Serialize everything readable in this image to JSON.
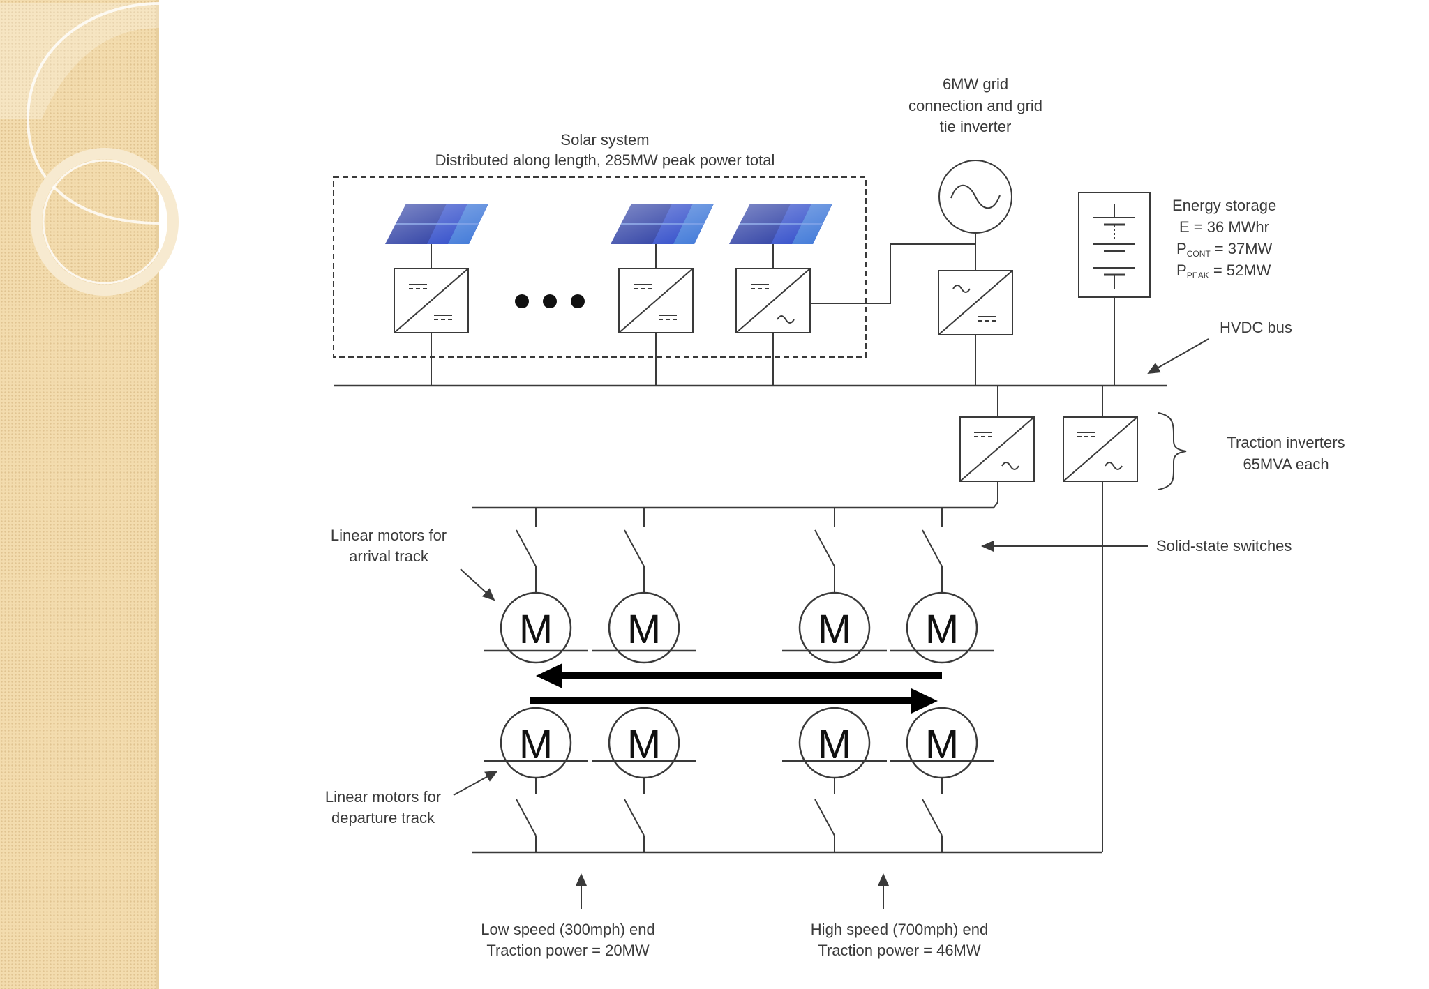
{
  "diagram": {
    "solar_title_line1": "Solar system",
    "solar_title_line2": "Distributed along length, 285MW peak power total",
    "grid_line1": "6MW grid",
    "grid_line2": "connection and grid",
    "grid_line3": "tie inverter",
    "storage_line1": "Energy storage",
    "storage_line2": "E = 36 MWhr",
    "storage_pcont_label": "P",
    "storage_pcont_sub": "CONT",
    "storage_pcont_value": " = 37MW",
    "storage_ppeak_label": "P",
    "storage_ppeak_sub": "PEAK",
    "storage_ppeak_value": " = 52MW",
    "hvdc_label": "HVDC bus",
    "traction_line1": "Traction inverters",
    "traction_line2": "65MVA each",
    "switches_label": "Solid-state switches",
    "arrival_line1": "Linear motors for",
    "arrival_line2": "arrival track",
    "departure_line1": "Linear motors for",
    "departure_line2": "departure track",
    "motor_symbol": "M",
    "low_speed_line1": "Low speed (300mph) end",
    "low_speed_line2": "Traction power = 20MW",
    "high_speed_line1": "High speed (700mph) end",
    "high_speed_line2": "Traction power = 46MW"
  },
  "colors": {
    "panel_dark": "#1c2f9c",
    "panel_mid": "#2a47c8",
    "panel_light": "#3f78d8",
    "line": "#3a3a3a",
    "side_panel": "#f3dcae"
  },
  "icons": [
    "solar-panel-icon",
    "dc-dc-converter-icon",
    "dc-ac-inverter-icon",
    "ac-source-icon",
    "battery-icon",
    "motor-icon",
    "switch-icon",
    "arrow-icon",
    "ellipsis-icon",
    "brace-icon"
  ]
}
